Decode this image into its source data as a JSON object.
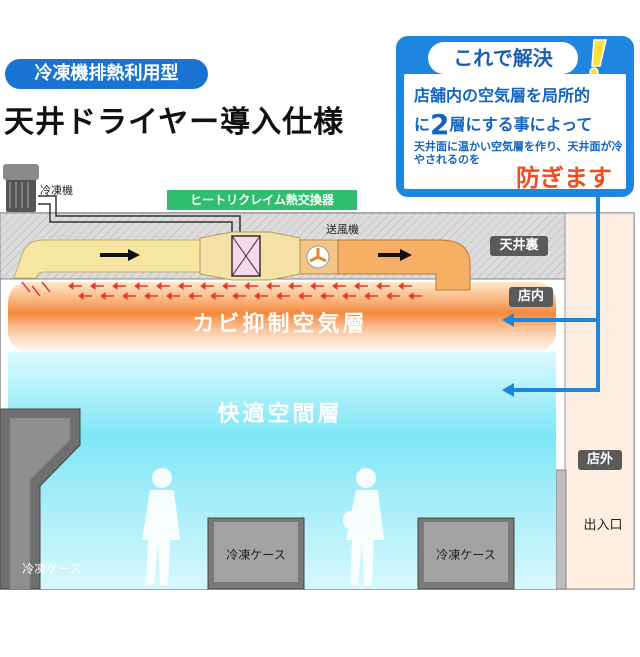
{
  "badge": "冷凍機排熱利用型",
  "title": "天井ドライヤー導入仕様",
  "callout": {
    "heading": "これで解決",
    "line1": "店舗内の空気層を局所的",
    "line2_pre": "に",
    "line2_num": "2",
    "line2_post": "層にする事によって",
    "line3": "天井面に温かい空気層を作り、天井面が冷やされるのを",
    "line4": "防ぎます"
  },
  "labels": {
    "refrigerator": "冷凍機",
    "heat_exchanger": "ヒートリクレイム熱交換器",
    "blower": "送風機",
    "ceiling_space": "天井裏",
    "store_inside": "店内",
    "store_outside": "店外",
    "entrance": "出入口"
  },
  "layers": {
    "mold": "カビ抑制空気層",
    "comfort": "快適空間層"
  },
  "cases": {
    "left": "冷凍ケース",
    "middle": "冷凍ケース",
    "right": "冷凍ケース"
  },
  "colors": {
    "accent_blue": "#1f86e0",
    "warm_orange": "#f59a4a",
    "cool_cyan": "#6fe4f5",
    "emphasis_red": "#ef4d22"
  }
}
